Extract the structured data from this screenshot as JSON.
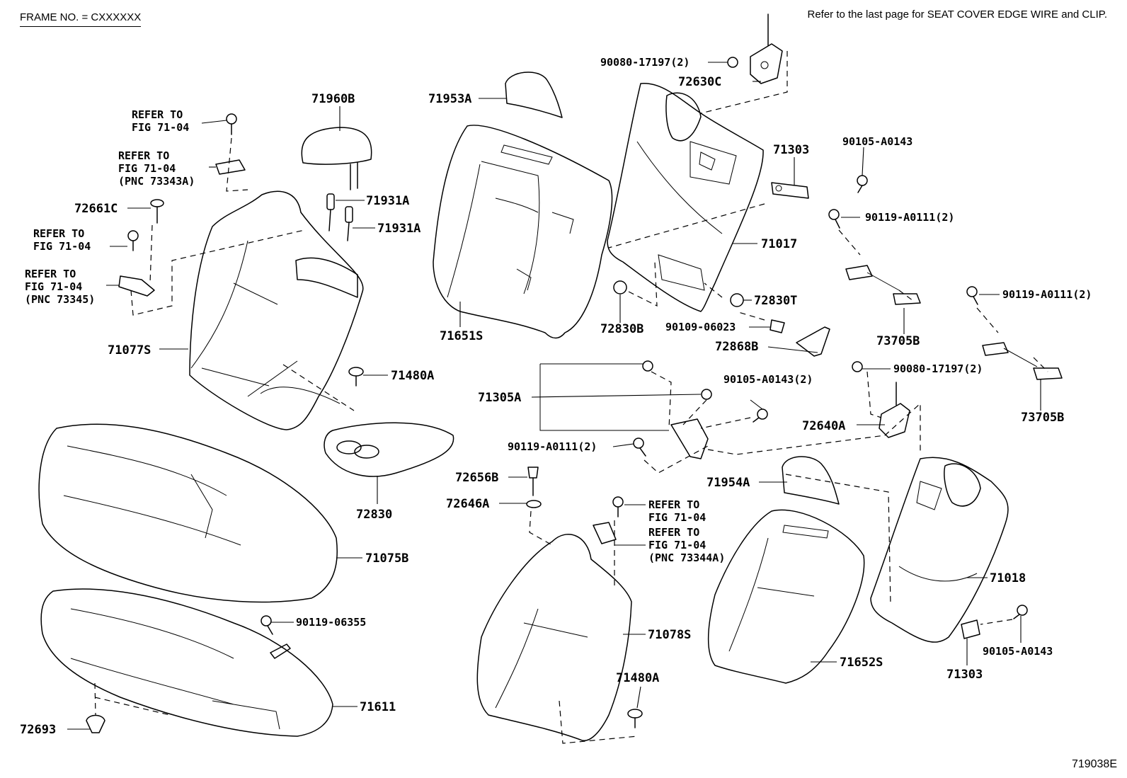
{
  "header": {
    "frame_no": "FRAME NO. = CXXXXXX",
    "refer_note": "Refer to the last page for SEAT COVER EDGE WIRE and CLIP."
  },
  "figure_number": "719038E",
  "labels": {
    "p71960B": "71960B",
    "p71953A": "71953A",
    "p90080_17197_top": "90080-17197(2)",
    "p72630C": "72630C",
    "p71303_top": "71303",
    "p90105_A0143_top": "90105-A0143",
    "p90119_A0111_a": "90119-A0111(2)",
    "p71017": "71017",
    "p90119_A0111_b": "90119-A0111(2)",
    "p72830T": "72830T",
    "p72830B": "72830B",
    "p90109_06023": "90109-06023",
    "p72868B": "72868B",
    "p73705B_a": "73705B",
    "p73705B_b": "73705B",
    "p71931A_a": "71931A",
    "p71931A_b": "71931A",
    "p72661C": "72661C",
    "p71077S": "71077S",
    "p71651S": "71651S",
    "p71480A_a": "71480A",
    "p71305A": "71305A",
    "p90105_A0143_2": "90105-A0143(2)",
    "p90080_17197_b": "90080-17197(2)",
    "p72640A": "72640A",
    "p90119_A0111_c": "90119-A0111(2)",
    "p72656B": "72656B",
    "p72646A": "72646A",
    "p72830": "72830",
    "p71954A": "71954A",
    "p71075B": "71075B",
    "p71018": "71018",
    "p90119_06355": "90119-06355",
    "p71078S": "71078S",
    "p71652S": "71652S",
    "p90105_A0143_b": "90105-A0143",
    "p71303_b": "71303",
    "p71480A_b": "71480A",
    "p71611": "71611",
    "p72693": "72693"
  },
  "refer_notes": {
    "r1_l1": "REFER TO",
    "r1_l2": "FIG 71-04",
    "r2_l1": "REFER TO",
    "r2_l2": "FIG 71-04",
    "r2_l3": "(PNC 73343A)",
    "r3_l1": "REFER TO",
    "r3_l2": "FIG 71-04",
    "r4_l1": "REFER TO",
    "r4_l2": "FIG 71-04",
    "r4_l3": "(PNC 73345)",
    "r5_l1": "REFER TO",
    "r5_l2": "FIG 71-04",
    "r6_l1": "REFER TO",
    "r6_l2": "FIG 71-04",
    "r6_l3": "(PNC 73344A)"
  }
}
